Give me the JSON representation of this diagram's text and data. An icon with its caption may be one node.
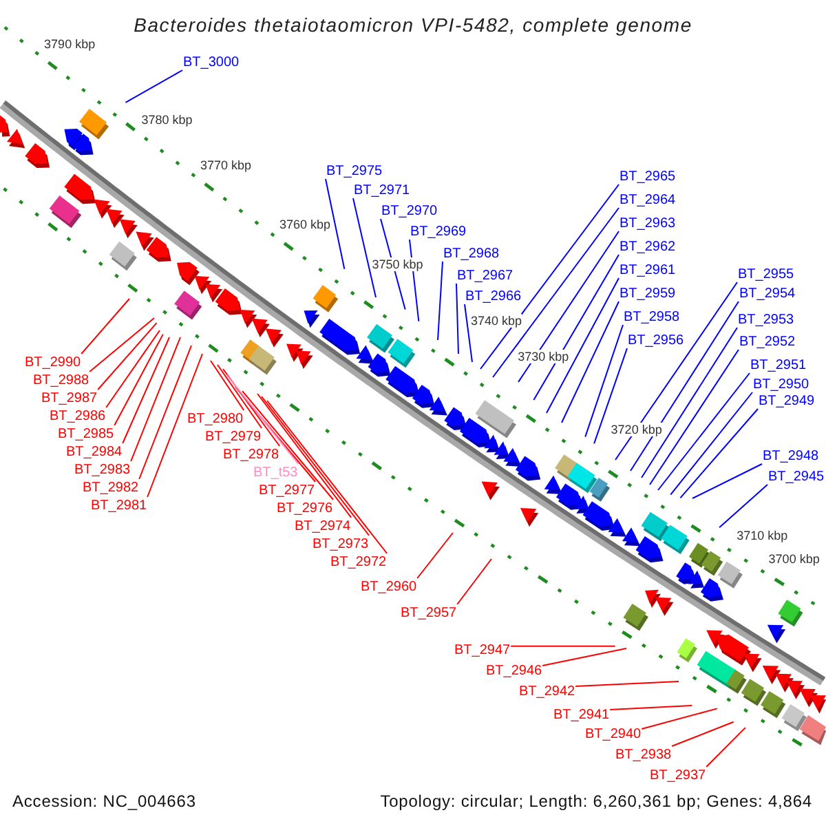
{
  "diagram": {
    "title": "Bacteroides thetaiotaomicron VPI-5482, complete genome",
    "nodes": [
      {
        "text": [
          "BT_3000"
        ]
      },
      {
        "text": [
          "BT_2975"
        ]
      },
      {
        "text": [
          "BT_2971"
        ]
      },
      {
        "text": [
          "BT_2964"
        ]
      },
      {
        "text": [
          "BT_2970"
        ]
      },
      {
        "text": [
          "BT_2963"
        ]
      },
      {
        "text": [
          "BT_2969"
        ]
      },
      {
        "text": [
          "BT_2962"
        ]
      },
      {
        "text": [
          "BT_2968"
        ]
      },
      {
        "text": [
          "BT_2967"
        ]
      },
      {
        "text": [
          "BT_2965"
        ]
      },
      {
        "text": [
          "BT_2961"
        ]
      },
      {
        "text": [
          "BT_2955"
        ]
      },
      {
        "text": [
          "BT_2966"
        ]
      },
      {
        "text": [
          "BT_2959"
        ]
      },
      {
        "text": [
          "BT_2954"
        ]
      },
      {
        "text": [
          "BT_2958"
        ]
      },
      {
        "text": [
          "BT_2953"
        ]
      },
      {
        "text": [
          "BT_2956"
        ]
      },
      {
        "text": [
          "BT_2952"
        ]
      },
      {
        "text": [
          "BT_2990"
        ]
      },
      {
        "text": [
          "BT_2951"
        ]
      },
      {
        "text": [
          "BT_2950"
        ]
      },
      {
        "text": [
          "BT_2986"
        ]
      },
      {
        "text": [
          "BT_2949"
        ]
      },
      {
        "text": [
          "BT_2988"
        ]
      },
      {
        "text": [
          "BT_2983"
        ]
      },
      {
        "text": [
          "BT_2984"
        ]
      },
      {
        "text": [
          "BT_2980"
        ]
      },
      {
        "text": [
          "BT_2987"
        ]
      },
      {
        "text": [
          "BT_2982"
        ]
      },
      {
        "text": [
          "BT_2977"
        ]
      },
      {
        "text": [
          "BT_2948"
        ]
      },
      {
        "text": [
          "BT_2985"
        ]
      },
      {
        "text": [
          "BT_2978"
        ]
      },
      {
        "text": [
          "BT_2976"
        ]
      },
      {
        "text": [
          "BT_2945"
        ]
      },
      {
        "text": [
          "BT_2979"
        ]
      },
      {
        "text": [
          "BT_2974"
        ]
      },
      {
        "text": [
          "BT_t53"
        ]
      },
      {
        "text": [
          "BT_2973"
        ]
      },
      {
        "text": [
          "BT_2981"
        ]
      },
      {
        "text": [
          "BT_2972"
        ]
      },
      {
        "text": [
          "BT_2960"
        ]
      },
      {
        "text": [
          "BT_2957"
        ]
      },
      {
        "text": [
          "BT_2947"
        ]
      },
      {
        "text": [
          "BT_2946"
        ]
      },
      {
        "text": [
          "BT_2942"
        ]
      },
      {
        "text": [
          "BT_2941"
        ]
      },
      {
        "text": [
          "BT_2940"
        ]
      },
      {
        "text": [
          "BT_2938"
        ]
      },
      {
        "text": [
          "BT_2937"
        ]
      }
    ],
    "edges": [
      {
        "from": 0,
        "to": null,
        "arrow": "none",
        "color": "#0000ff"
      },
      {
        "from": 1,
        "to": null,
        "arrow": "none",
        "color": "#0000ff"
      },
      {
        "from": 2,
        "to": null,
        "arrow": "none",
        "color": "#0000ff"
      },
      {
        "from": 3,
        "to": null,
        "arrow": "none",
        "color": "#0000ff"
      },
      {
        "from": 4,
        "to": null,
        "arrow": "none",
        "color": "#0000ff"
      },
      {
        "from": 5,
        "to": null,
        "arrow": "none",
        "color": "#0000ff"
      },
      {
        "from": 6,
        "to": null,
        "arrow": "none",
        "color": "#0000ff"
      },
      {
        "from": 7,
        "to": null,
        "arrow": "none",
        "color": "#0000ff"
      },
      {
        "from": 8,
        "to": null,
        "arrow": "none",
        "color": "#0000ff"
      },
      {
        "from": 9,
        "to": null,
        "arrow": "none",
        "color": "#0000ff"
      },
      {
        "from": 10,
        "to": null,
        "arrow": "none",
        "color": "#0000ff"
      },
      {
        "from": 11,
        "to": null,
        "arrow": "none",
        "color": "#0000ff"
      },
      {
        "from": 12,
        "to": null,
        "arrow": "none",
        "color": "#0000ff"
      },
      {
        "from": 13,
        "to": null,
        "arrow": "none",
        "color": "#0000ff"
      },
      {
        "from": 14,
        "to": null,
        "arrow": "none",
        "color": "#0000ff"
      },
      {
        "from": 15,
        "to": null,
        "arrow": "none",
        "color": "#0000ff"
      },
      {
        "from": 16,
        "to": null,
        "arrow": "none",
        "color": "#0000ff"
      },
      {
        "from": 17,
        "to": null,
        "arrow": "none",
        "color": "#0000ff"
      },
      {
        "from": 18,
        "to": null,
        "arrow": "none",
        "color": "#0000ff"
      },
      {
        "from": 19,
        "to": null,
        "arrow": "none",
        "color": "#0000ff"
      },
      {
        "from": 20,
        "to": null,
        "arrow": "none"
      },
      {
        "from": 21,
        "to": null,
        "arrow": "none",
        "color": "#0000ff"
      },
      {
        "from": 22,
        "to": null,
        "arrow": "none",
        "color": "#0000ff"
      },
      {
        "from": 23,
        "to": null,
        "arrow": "none"
      },
      {
        "from": 24,
        "to": null,
        "arrow": "none",
        "color": "#0000ff"
      },
      {
        "from": 25,
        "to": null,
        "arrow": "none"
      },
      {
        "from": 26,
        "to": null,
        "arrow": "none"
      },
      {
        "from": 27,
        "to": null,
        "arrow": "none"
      },
      {
        "from": 28,
        "to": null,
        "arrow": "none"
      },
      {
        "from": 29,
        "to": null,
        "arrow": "none"
      },
      {
        "from": 30,
        "to": null,
        "arrow": "none"
      },
      {
        "from": 31,
        "to": null,
        "arrow": "none"
      },
      {
        "from": 32,
        "to": null,
        "arrow": "none",
        "color": "#0000ff"
      },
      {
        "from": 33,
        "to": null,
        "arrow": "none"
      },
      {
        "from": 34,
        "to": null,
        "arrow": "none"
      },
      {
        "from": 35,
        "to": null,
        "arrow": "none"
      },
      {
        "from": 36,
        "to": null,
        "arrow": "none",
        "color": "#0000ff"
      },
      {
        "from": 37,
        "to": null,
        "arrow": "none"
      },
      {
        "from": 38,
        "to": null,
        "arrow": "none"
      },
      {
        "from": 39,
        "to": null,
        "arrow": "none",
        "color": "#ff8cc6"
      },
      {
        "from": 40,
        "to": null,
        "arrow": "none"
      },
      {
        "from": 41,
        "to": null,
        "arrow": "none"
      },
      {
        "from": 42,
        "to": null,
        "arrow": "none"
      },
      {
        "from": 43,
        "to": null,
        "arrow": "none"
      },
      {
        "from": 44,
        "to": null,
        "arrow": "none"
      },
      {
        "from": 45,
        "to": null,
        "arrow": "none"
      },
      {
        "from": 46,
        "to": null,
        "arrow": "none"
      },
      {
        "from": 47,
        "to": null,
        "arrow": "none"
      },
      {
        "from": 48,
        "to": null,
        "arrow": "none"
      },
      {
        "from": 49,
        "to": null,
        "arrow": "none"
      },
      {
        "from": 50,
        "to": null,
        "arrow": "none"
      },
      {
        "from": 51,
        "to": null,
        "arrow": "none"
      }
    ],
    "labels": [
      "3790 kbp",
      "3780 kbp",
      "3770 kbp",
      "3760 kbp",
      "3750 kbp",
      "3740 kbp",
      "3730 kbp",
      "3720 kbp",
      "3710 kbp",
      "3700 kbp",
      "Accession: NC_004663",
      "Topology: circular; Length: 6,260,361 bp; Genes: 4,864"
    ]
  }
}
